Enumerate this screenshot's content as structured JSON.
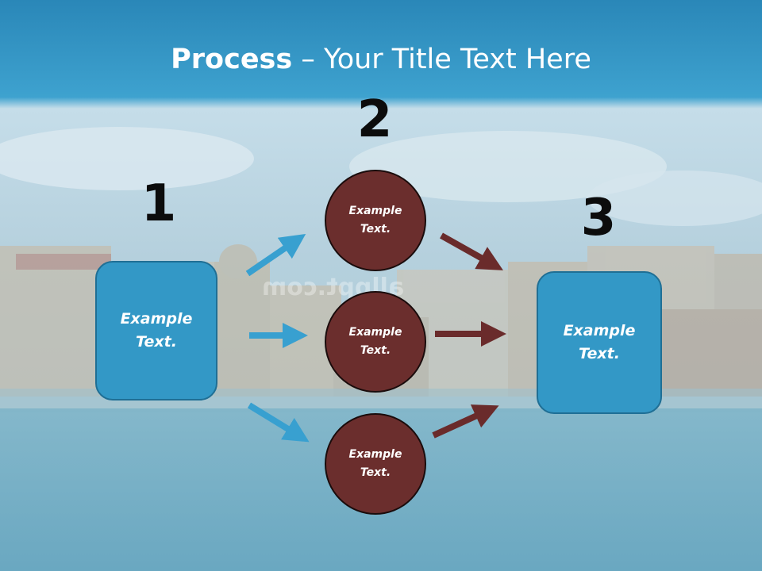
{
  "slide": {
    "title_bold": "Process",
    "title_rest": " – Your Title Text Here"
  },
  "steps": {
    "n1": "1",
    "n2": "2",
    "n3": "3"
  },
  "nodes": {
    "left_box": "Example Text.",
    "circle_top": "Example Text.",
    "circle_mid": "Example Text.",
    "circle_bot": "Example Text.",
    "right_box": "Example Text."
  },
  "colors": {
    "accent_blue": "#3398c6",
    "node_brown": "#6b2e2d",
    "arrow_blue": "#38a0d0",
    "arrow_brown": "#6a2b2b"
  }
}
